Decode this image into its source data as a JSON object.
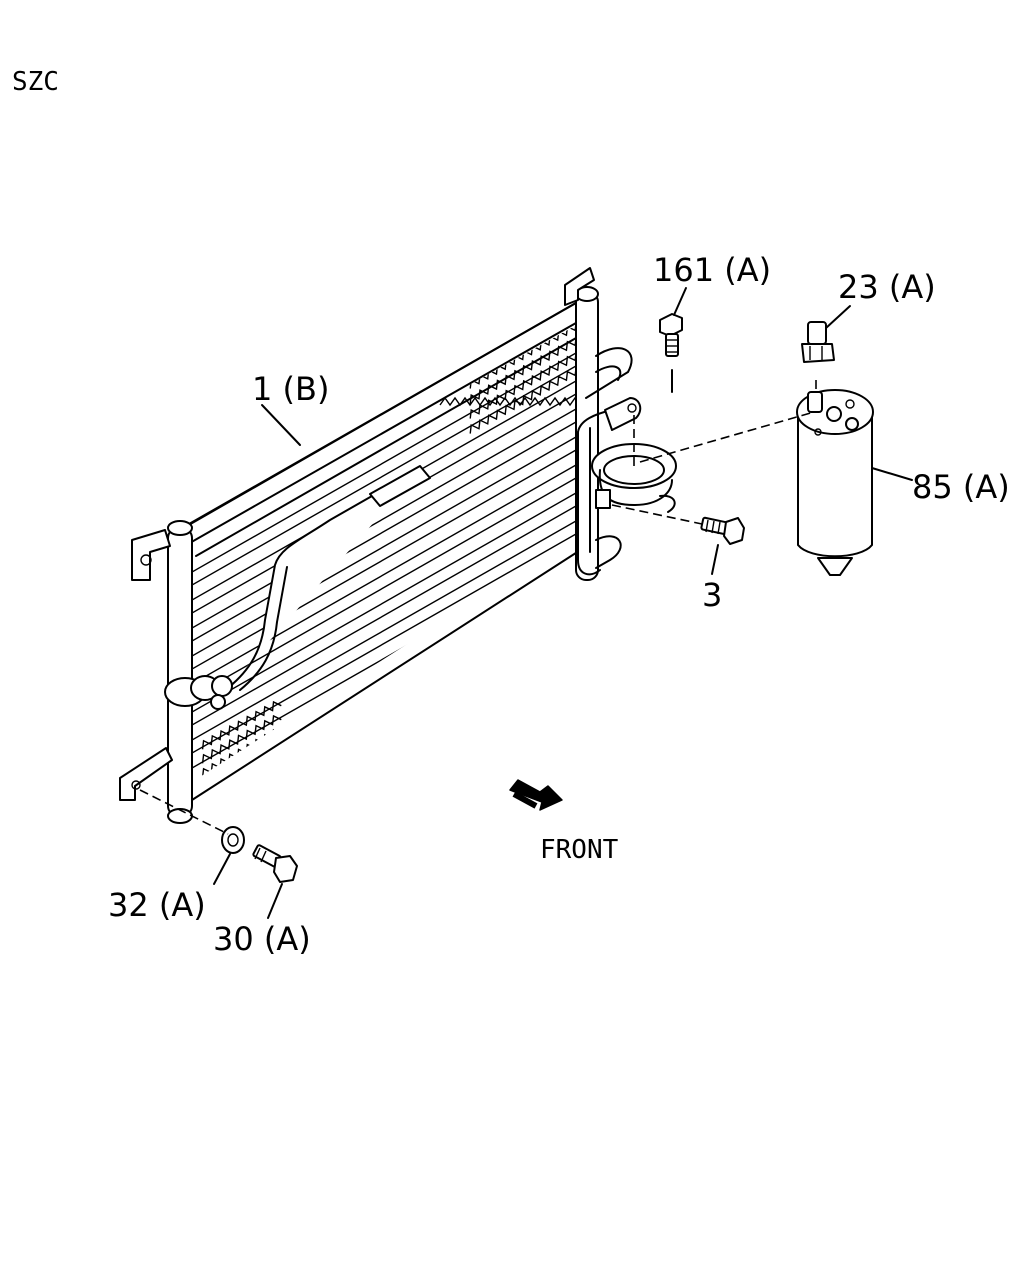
{
  "diagram": {
    "code": "SZC",
    "direction_label": "FRONT",
    "callouts": [
      {
        "id": "condenser",
        "text": "1 (B)"
      },
      {
        "id": "bolt-161",
        "text": "161 (A)"
      },
      {
        "id": "switch-23",
        "text": "23 (A)"
      },
      {
        "id": "receiver-85",
        "text": "85 (A)"
      },
      {
        "id": "bolt-3",
        "text": "3"
      },
      {
        "id": "washer-32",
        "text": "32 (A)"
      },
      {
        "id": "bolt-30",
        "text": "30 (A)"
      }
    ]
  }
}
